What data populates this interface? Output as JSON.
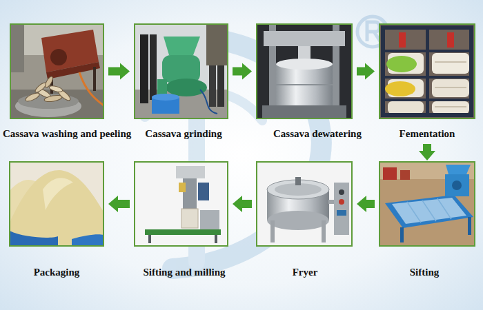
{
  "diagram": {
    "nodes": [
      {
        "text": [
          "Cassava washing and peeling"
        ]
      },
      {
        "text": [
          "Cassava grinding"
        ]
      },
      {
        "text": [
          "Cassava dewatering"
        ]
      },
      {
        "text": [
          "Fementation"
        ]
      },
      {
        "text": [
          "Sifting"
        ]
      },
      {
        "text": [
          "Fryer"
        ]
      },
      {
        "text": [
          "Sifting and milling"
        ]
      },
      {
        "text": [
          "Packaging"
        ]
      }
    ],
    "edges": [
      {
        "from": 0,
        "to": 1,
        "arrow": "to"
      },
      {
        "from": 1,
        "to": 2,
        "arrow": "to"
      },
      {
        "from": 2,
        "to": 3,
        "arrow": "to"
      },
      {
        "from": 3,
        "to": 4,
        "arrow": "to"
      },
      {
        "from": 4,
        "to": 5,
        "arrow": "to"
      },
      {
        "from": 5,
        "to": 6,
        "arrow": "to"
      },
      {
        "from": 6,
        "to": 7,
        "arrow": "to"
      }
    ]
  }
}
